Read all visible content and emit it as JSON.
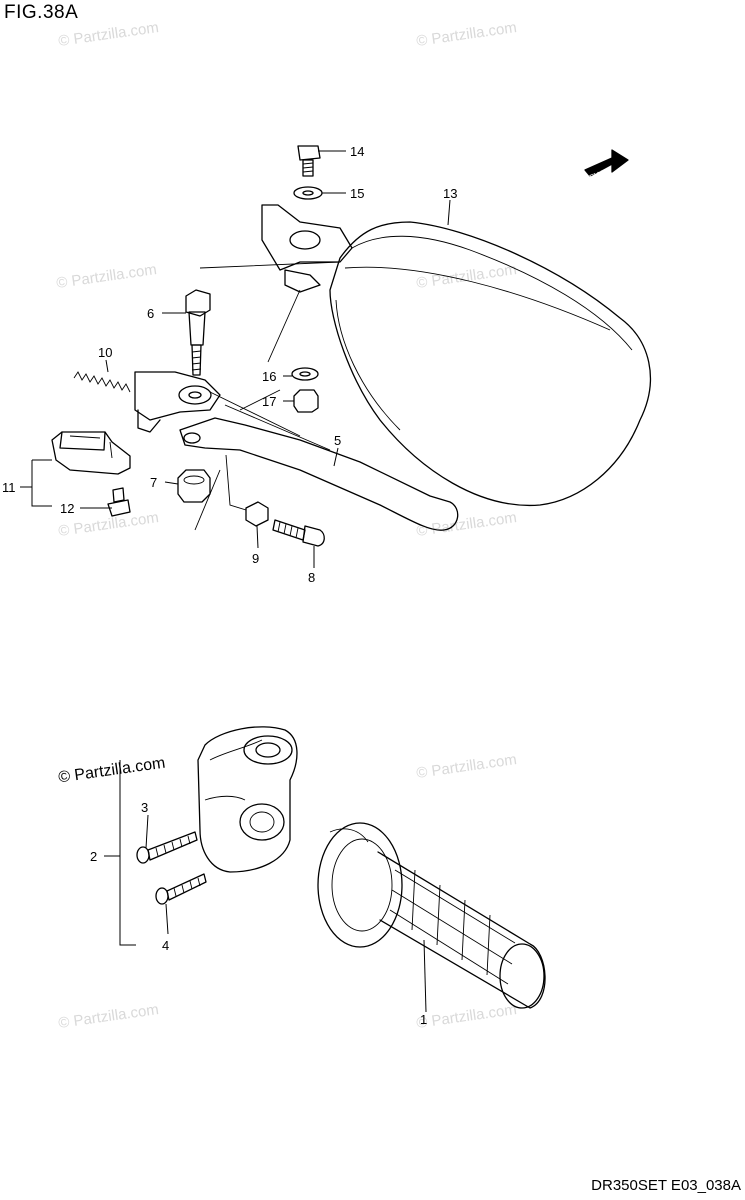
{
  "figure": {
    "title": "FIG.38A",
    "code": "DR350SET E03_038A",
    "watermark": "© Partzilla.com",
    "fwd_label": "FWD"
  },
  "callouts": [
    {
      "id": "1",
      "label": "1"
    },
    {
      "id": "2",
      "label": "2"
    },
    {
      "id": "3",
      "label": "3"
    },
    {
      "id": "4",
      "label": "4"
    },
    {
      "id": "5",
      "label": "5"
    },
    {
      "id": "6",
      "label": "6"
    },
    {
      "id": "7",
      "label": "7"
    },
    {
      "id": "8",
      "label": "8"
    },
    {
      "id": "9",
      "label": "9"
    },
    {
      "id": "10",
      "label": "10"
    },
    {
      "id": "11",
      "label": "11"
    },
    {
      "id": "12",
      "label": "12"
    },
    {
      "id": "13",
      "label": "13"
    },
    {
      "id": "14",
      "label": "14"
    },
    {
      "id": "15",
      "label": "15"
    },
    {
      "id": "16",
      "label": "16"
    },
    {
      "id": "17",
      "label": "17"
    }
  ],
  "colors": {
    "line": "#000000",
    "watermark": "#d9d9d9",
    "background": "#ffffff"
  }
}
